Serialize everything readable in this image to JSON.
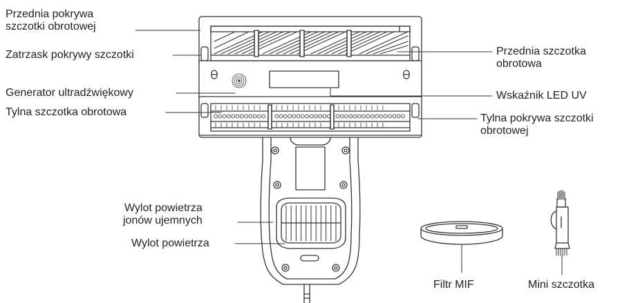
{
  "labels": {
    "front_brush_cover": [
      "Przednia pokrywa",
      "szczotki obrotowej"
    ],
    "brush_cover_latch": "Zatrzask pokrywy szczotki",
    "ultrasonic_generator": "Generator ultradźwiękowy",
    "rear_roller_brush": "Tylna szczotka obrotowa",
    "front_roller_brush": [
      "Przednia szczotka",
      "obrotowa"
    ],
    "uv_led_indicator": "Wskaźnik LED UV",
    "rear_brush_cover": [
      "Tylna pokrywa szczotki",
      "obrotowej"
    ],
    "anion_air_outlet": [
      "Wylot powietrza",
      "jonów ujemnych"
    ],
    "air_outlet": "Wylot powietrza",
    "mif_filter": "Filtr MIF",
    "mini_brush": "Mini szczotka"
  },
  "colors": {
    "line": "#333333",
    "text": "#222222",
    "background": "#ffffff"
  }
}
